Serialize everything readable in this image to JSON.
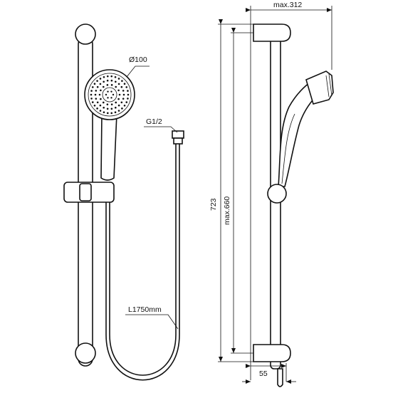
{
  "dimensions": {
    "head_diameter": "Ø100",
    "hose_thread": "G1/2",
    "hose_length": "L1750mm",
    "bar_height": "723",
    "max_slide_range": "max.660",
    "max_projection": "max.312",
    "wall_offset": "55"
  }
}
